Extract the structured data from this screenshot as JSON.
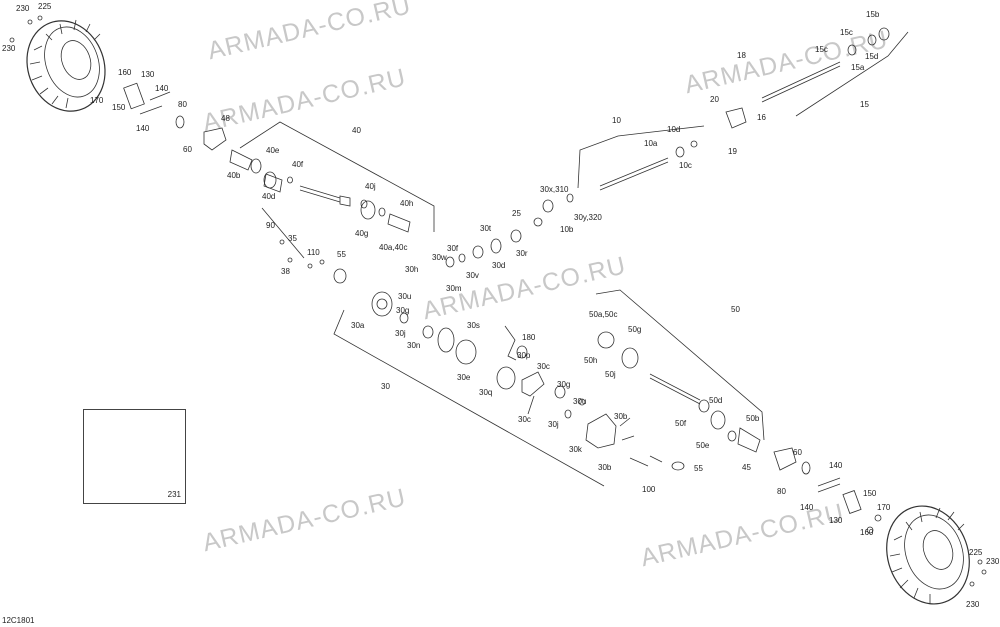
{
  "watermark": "ARMADA-CO.RU",
  "reference_code": "12C1801",
  "box_callout": "231",
  "callouts": {
    "c230a": "230",
    "c225a": "225",
    "c230b": "230",
    "c160a": "160",
    "c130a": "130",
    "c170a": "170",
    "c150a": "150",
    "c140a": "140",
    "c140b": "140",
    "c80a": "80",
    "c48": "48",
    "c60a": "60",
    "c40": "40",
    "c40e": "40e",
    "c40b": "40b",
    "c40f": "40f",
    "c40d": "40d",
    "c40j": "40j",
    "c40h": "40h",
    "c40g": "40g",
    "c40ac": "40a,40c",
    "c90": "90",
    "c35": "35",
    "c38": "38",
    "c110": "110",
    "c55a": "55",
    "c30f": "30f",
    "c30t": "30t",
    "c30w": "30w",
    "c30h": "30h",
    "c30v": "30v",
    "c30m": "30m",
    "c30d": "30d",
    "c30r": "30r",
    "c25": "25",
    "c30u_a": "30u",
    "c30g_a": "30g",
    "c30a": "30a",
    "c30j_a": "30j",
    "c30n": "30n",
    "c30s": "30s",
    "c30e": "30e",
    "c30q": "30q",
    "c30p": "30p",
    "c180": "180",
    "c30c_a": "30c",
    "c30c_b": "30c",
    "c30": "30",
    "c30g_b": "30g",
    "c30u_b": "30u",
    "c30j_b": "30j",
    "c30b_a": "30b",
    "c30k": "30k",
    "c30b_b": "30b",
    "c100": "100",
    "c55b": "55",
    "c10": "10",
    "c10d": "10d",
    "c10a": "10a",
    "c10c": "10c",
    "c30x310": "30x,310",
    "c10b": "10b",
    "c30y320": "30y,320",
    "c18": "18",
    "c20": "20",
    "c15b": "15b",
    "c15c_a": "15c",
    "c15c_b": "15c",
    "c15d": "15d",
    "c15a": "15a",
    "c15": "15",
    "c16": "16",
    "c19": "19",
    "c50": "50",
    "c50ac": "50a,50c",
    "c50g": "50g",
    "c50h": "50h",
    "c50j": "50j",
    "c50d": "50d",
    "c50f": "50f",
    "c50e": "50e",
    "c50b": "50b",
    "c45": "45",
    "c60b": "60",
    "c80b": "80",
    "c140c": "140",
    "c140d": "140",
    "c130b": "130",
    "c150b": "150",
    "c170b": "170",
    "c160b": "160",
    "c225b": "225",
    "c230c": "230",
    "c230d": "230"
  }
}
